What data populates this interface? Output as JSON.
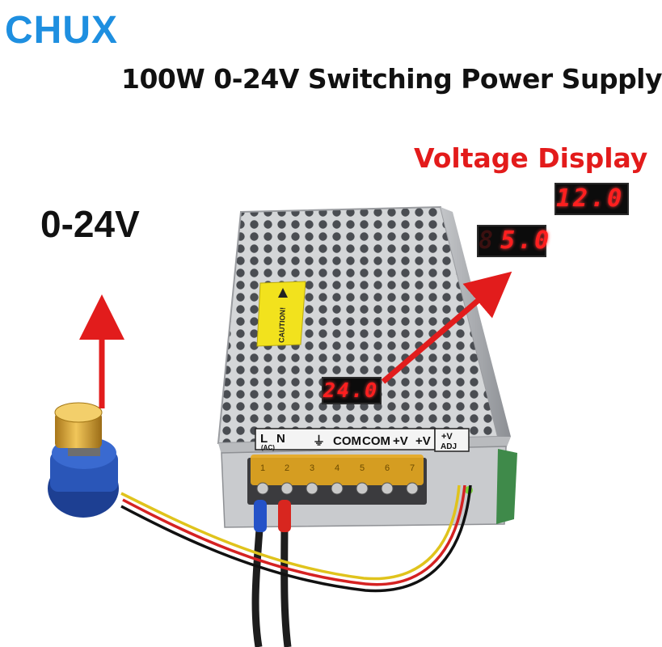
{
  "brand": "CHUX",
  "headline": "100W 0-24V Switching Power Supply",
  "range_label": "0-24V",
  "voltage_display_label": "Voltage Display",
  "lcd_readings": {
    "display_12": "12.0",
    "display_5": "5.0",
    "display_24": "24.0"
  },
  "caution_label": "CAUTION!",
  "terminal_labels": [
    "L",
    "N",
    "(AC)",
    "⏚",
    "COM",
    "COM",
    "+V",
    "+V",
    "+V",
    "ADJ"
  ],
  "terminal_numbers": [
    "1",
    "2",
    "3",
    "4",
    "5",
    "6",
    "7"
  ],
  "colors": {
    "brand": "#1e8fe0",
    "voltage_label": "#e31b1b",
    "lcd_digits": "#ff1f1f",
    "arrow": "#e21c1c",
    "terminal_cover": "#e7a81e",
    "knob": "#d8a12a",
    "potentiometer": "#2a56b8"
  },
  "icons": [
    "up-arrow-icon",
    "diagonal-arrow-icon",
    "ground-symbol-icon",
    "warning-triangle-icon"
  ]
}
